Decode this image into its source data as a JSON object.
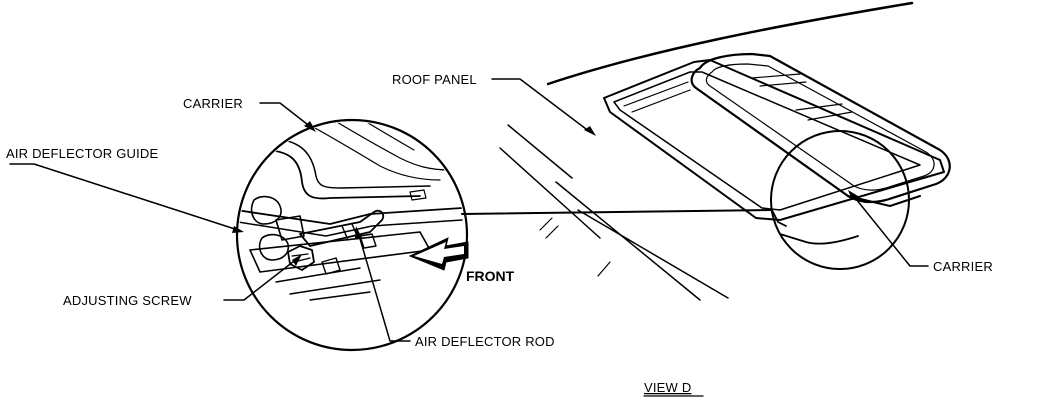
{
  "labels": {
    "roof_panel": "ROOF PANEL",
    "carrier_left": "CARRIER",
    "air_deflector_guide": "AIR DEFLECTOR GUIDE",
    "adjusting_screw": "ADJUSTING SCREW",
    "air_deflector_rod": "AIR DEFLECTOR ROD",
    "front": "FRONT",
    "carrier_right": "CARRIER",
    "view": "VIEW D"
  }
}
